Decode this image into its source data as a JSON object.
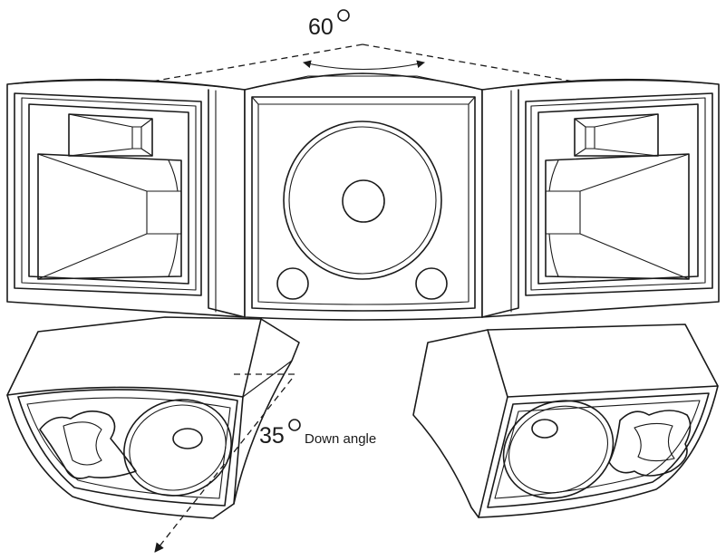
{
  "labels": {
    "horizontal_angle": "60",
    "down_angle_value": "35",
    "down_angle_text": "Down angle"
  },
  "icons": {
    "degree": "degree-ring-icon",
    "arc_arrow": "double-arrow-arc-icon",
    "down_arrow": "dashed-arrow-icon"
  }
}
